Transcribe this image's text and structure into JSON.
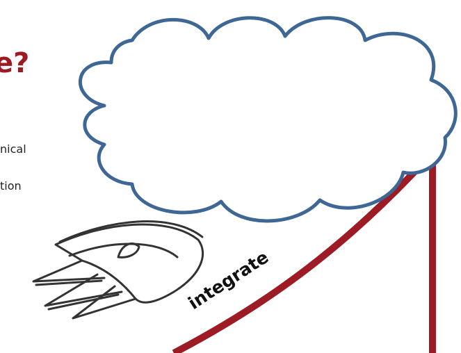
{
  "slide": {
    "title": "e?",
    "line1": "nical",
    "line2": "tion",
    "curve_label": "integrate"
  },
  "colors": {
    "title": "#9c1b24",
    "curve": "#9c1b24",
    "cloud_stroke": "#3e6796",
    "rocket_stroke": "#333333"
  },
  "icons": [
    "cloud-shape",
    "rocket-icon"
  ]
}
